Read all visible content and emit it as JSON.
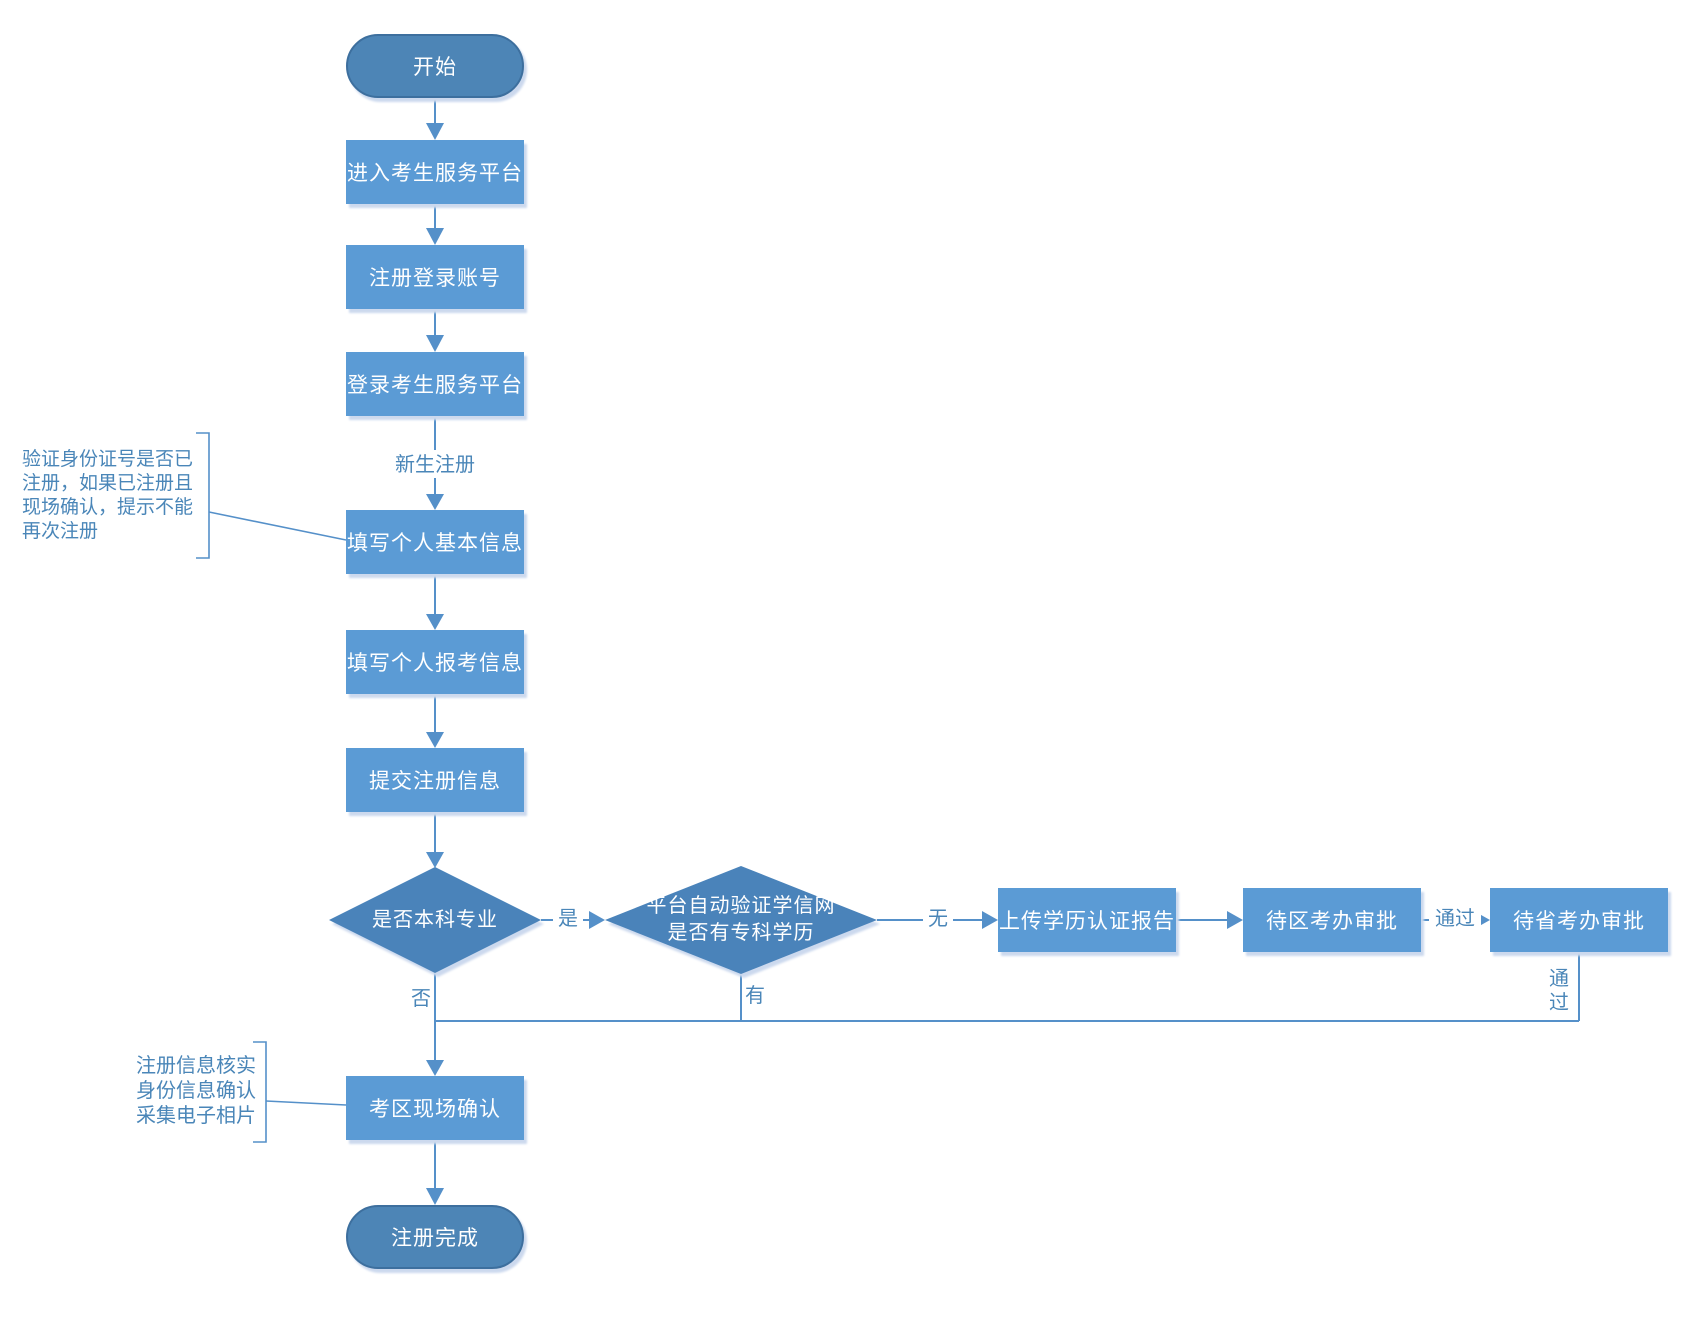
{
  "colors": {
    "box_fill": "#5B9BD5",
    "terminal_fill": "#4D85B6",
    "terminal_border": "#3D6F9E",
    "diamond_fill": "#4A83BA",
    "line": "#5590C9",
    "label_text": "#4A86B8",
    "node_text": "#FFFFFF",
    "shadow": "#CCD9EE"
  },
  "nodes": {
    "start": "开始",
    "enter_platform": "进入考生服务平台",
    "register_account": "注册登录账号",
    "login_platform": "登录考生服务平台",
    "fill_basic_info": "填写个人基本信息",
    "fill_apply_info": "填写个人报考信息",
    "submit_info": "提交注册信息",
    "decision_undergrad": "是否本科专业",
    "decision_chsi_line1": "平台自动验证学信网",
    "decision_chsi_line2": "是否有专科学历",
    "upload_report": "上传学历认证报告",
    "district_approval": "待区考办审批",
    "province_approval": "待省考办审批",
    "onsite_confirm": "考区现场确认",
    "complete": "注册完成"
  },
  "edge_labels": {
    "new_student_register": "新生注册",
    "yes": "是",
    "no": "否",
    "none": "无",
    "has": "有",
    "pass": "通过",
    "pass_vertical": [
      "通",
      "过"
    ]
  },
  "annotations": {
    "id_check_lines": [
      "验证身份证号是否已",
      "注册，如果已注册且",
      "现场确认，提示不能",
      "再次注册"
    ],
    "onsite_lines": [
      "注册信息核实",
      "身份信息确认",
      "采集电子相片"
    ]
  }
}
